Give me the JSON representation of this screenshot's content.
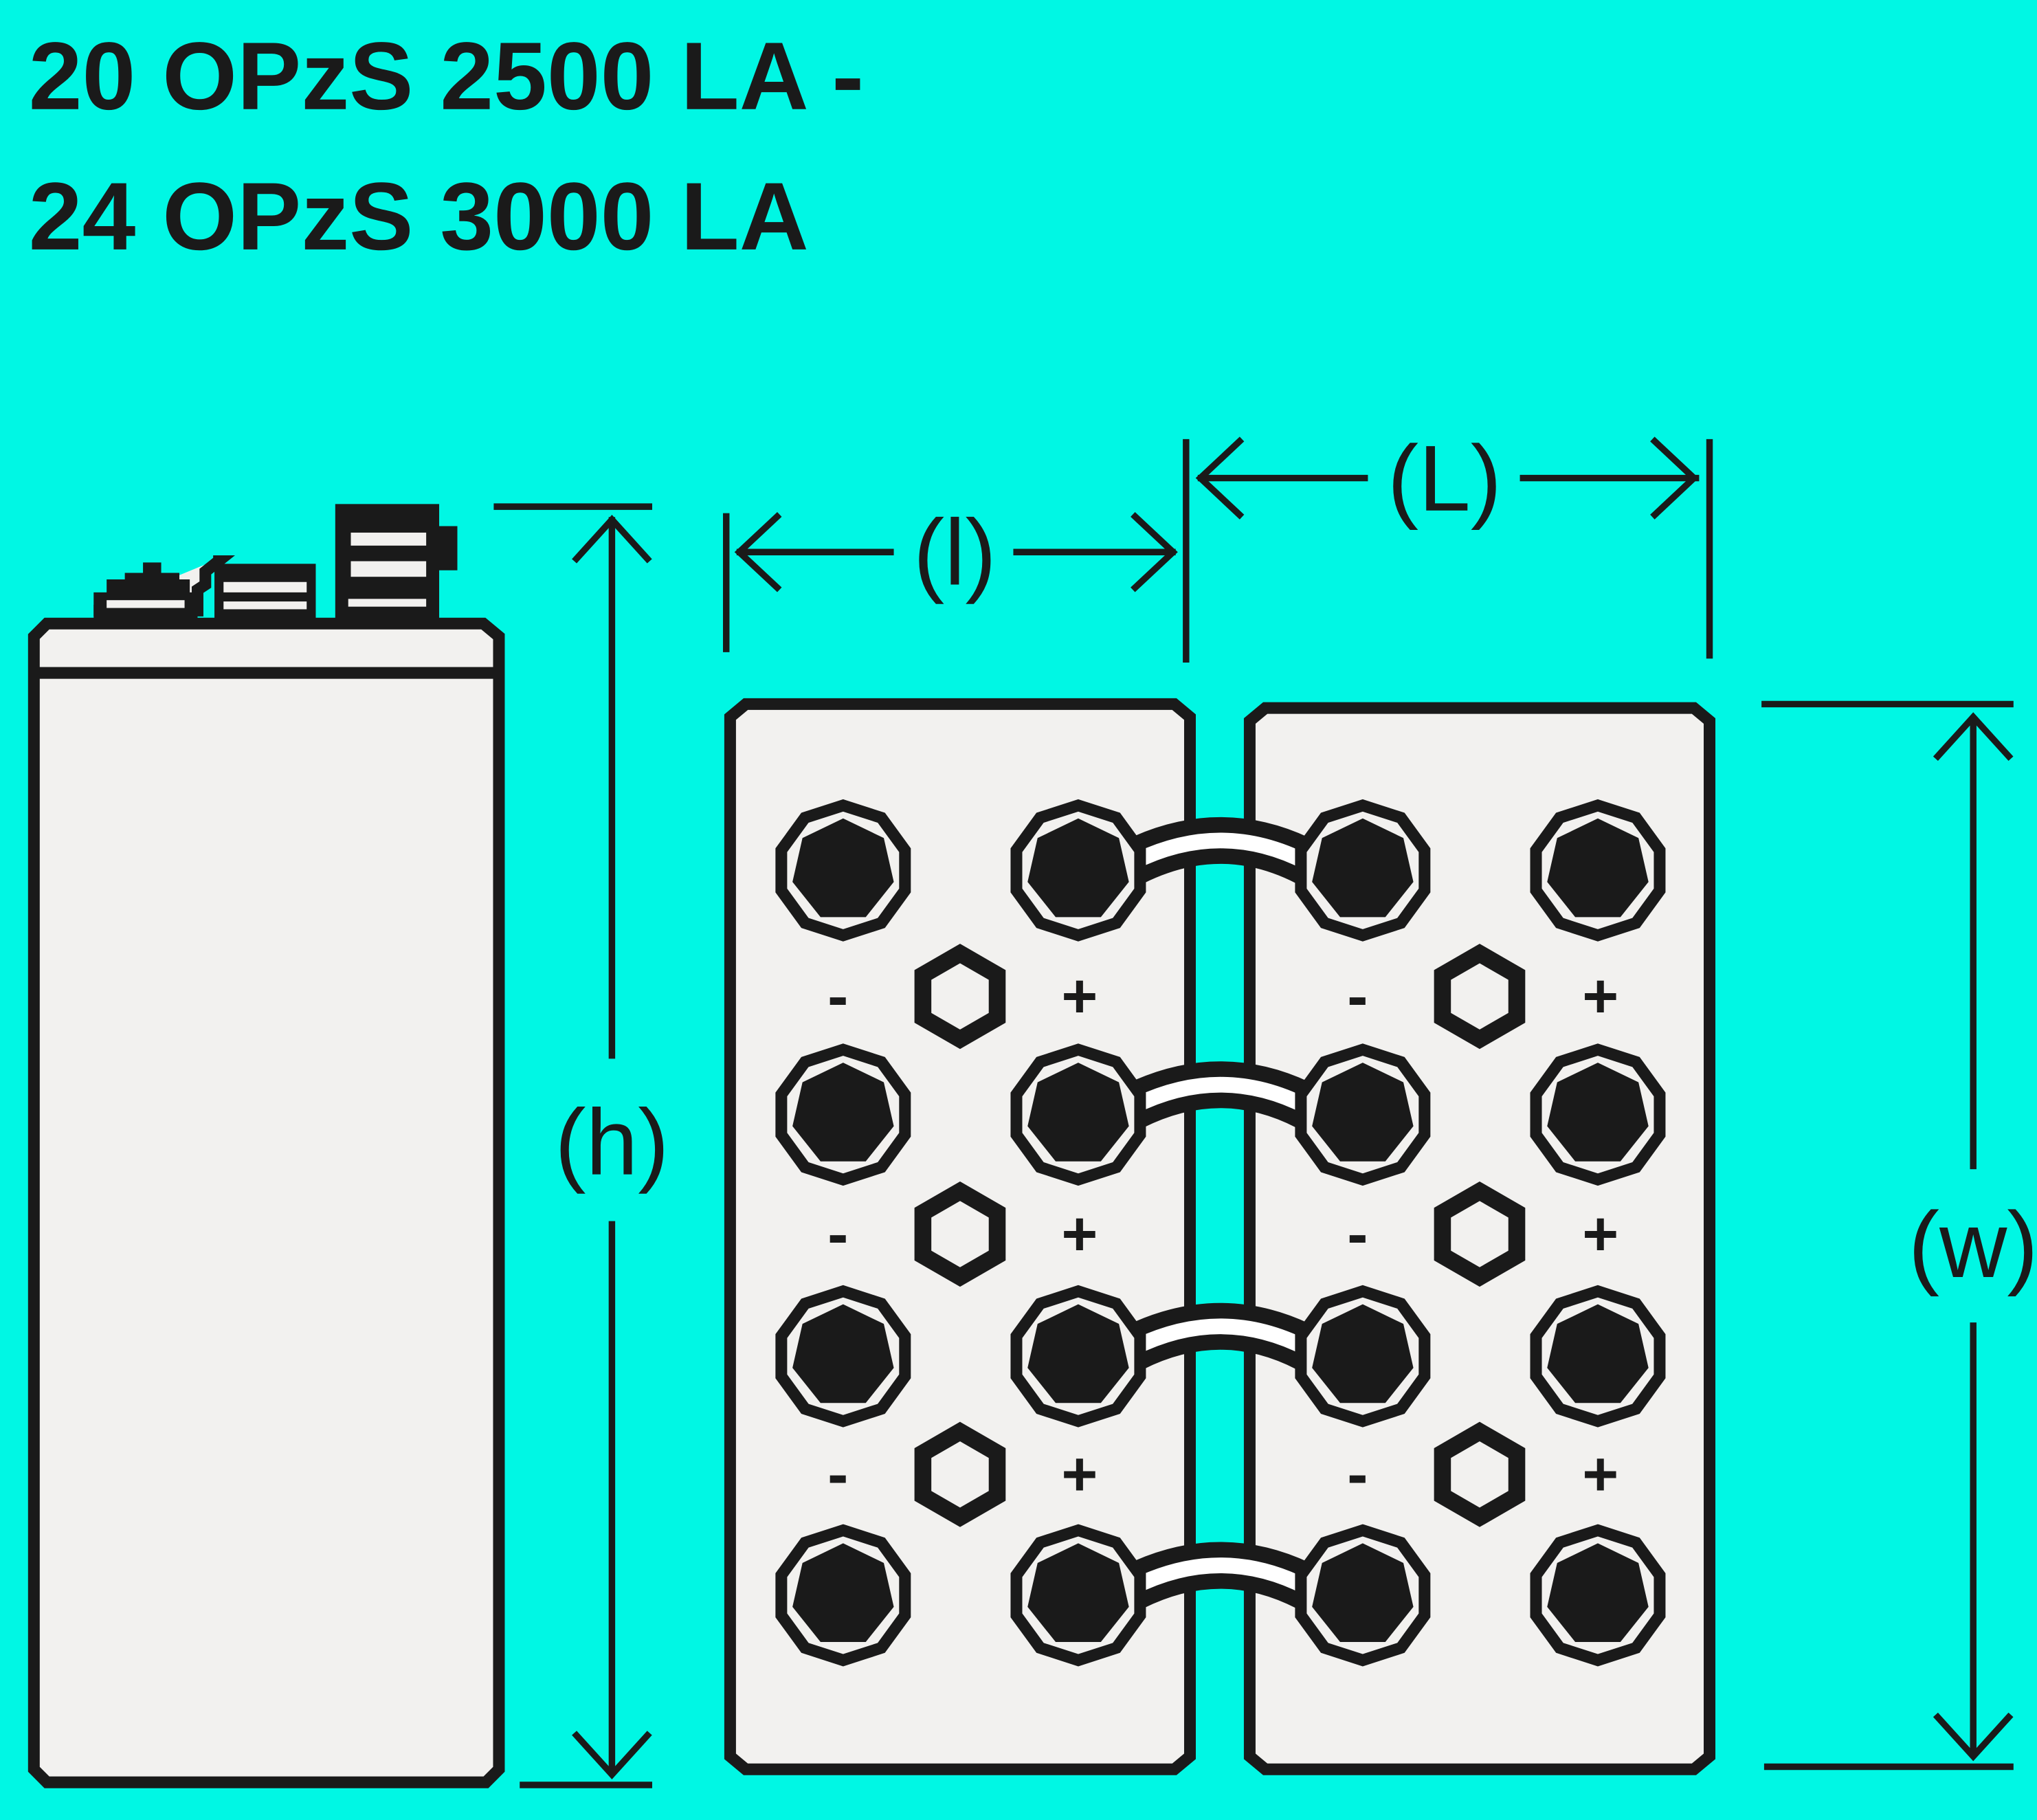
{
  "title": {
    "line1": "20 OPzS 2500 LA -",
    "line2": "24 OPzS 3000 LA"
  },
  "dimensions": {
    "height": "(h)",
    "cell_length": "(l)",
    "total_length": "(L)",
    "width": "(w)"
  },
  "polarity": {
    "negative": "-",
    "positive": "+"
  },
  "colors": {
    "background": "#00f7e4",
    "ink": "#1a1a1a",
    "body": "#f2f1ef"
  }
}
